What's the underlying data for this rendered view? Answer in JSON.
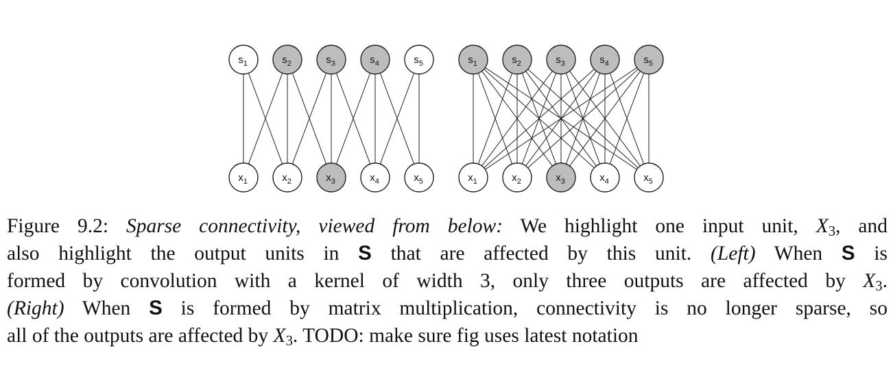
{
  "figure": {
    "left_panel": {
      "top_nodes": [
        {
          "label": "s",
          "sub": "1",
          "highlighted": false
        },
        {
          "label": "s",
          "sub": "2",
          "highlighted": true
        },
        {
          "label": "s",
          "sub": "3",
          "highlighted": true
        },
        {
          "label": "s",
          "sub": "4",
          "highlighted": true
        },
        {
          "label": "s",
          "sub": "5",
          "highlighted": false
        }
      ],
      "bottom_nodes": [
        {
          "label": "x",
          "sub": "1",
          "highlighted": false
        },
        {
          "label": "x",
          "sub": "2",
          "highlighted": false
        },
        {
          "label": "x",
          "sub": "3",
          "highlighted": true
        },
        {
          "label": "x",
          "sub": "4",
          "highlighted": false
        },
        {
          "label": "x",
          "sub": "5",
          "highlighted": false
        }
      ],
      "connectivity": "kernel-width-3"
    },
    "right_panel": {
      "top_nodes": [
        {
          "label": "s",
          "sub": "1",
          "highlighted": true
        },
        {
          "label": "s",
          "sub": "2",
          "highlighted": true
        },
        {
          "label": "s",
          "sub": "3",
          "highlighted": true
        },
        {
          "label": "s",
          "sub": "4",
          "highlighted": true
        },
        {
          "label": "s",
          "sub": "5",
          "highlighted": true
        }
      ],
      "bottom_nodes": [
        {
          "label": "x",
          "sub": "1",
          "highlighted": false
        },
        {
          "label": "x",
          "sub": "2",
          "highlighted": false
        },
        {
          "label": "x",
          "sub": "3",
          "highlighted": true
        },
        {
          "label": "x",
          "sub": "4",
          "highlighted": false
        },
        {
          "label": "x",
          "sub": "5",
          "highlighted": false
        }
      ],
      "connectivity": "fully-connected"
    },
    "colors": {
      "highlight_fill": "#bdbdbd",
      "plain_fill": "#ffffff",
      "stroke": "#222222"
    }
  },
  "caption": {
    "line1": {
      "prefix": "Figure 9.2: ",
      "italic": "Sparse connectivity, viewed from below:",
      "text_a": " We highlight one input unit, ",
      "var_x": "X",
      "var_sub": "3",
      "text_b": ", and"
    },
    "line2": {
      "text_a": "also highlight the output units in ",
      "bold_s": "S",
      "text_b": " that are affected by this unit.  ",
      "italic": "(Left)",
      "text_c": "  When ",
      "bold_s2": "S",
      "text_d": " is"
    },
    "line3": {
      "text_a": "formed by convolution with a kernel of width 3, only three outputs are affected by ",
      "var_x": "X",
      "var_sub": "3",
      "text_b": "."
    },
    "line4": {
      "italic": "(Right)",
      "text_a": "  When ",
      "bold_s": "S",
      "text_b": " is formed by matrix multiplication, connectivity is no longer sparse, so"
    },
    "line5": {
      "text_a": "all of the outputs are affected by ",
      "var_x": "X",
      "var_sub": "3",
      "text_b": ".  TODO: make sure fig uses latest notation"
    }
  }
}
